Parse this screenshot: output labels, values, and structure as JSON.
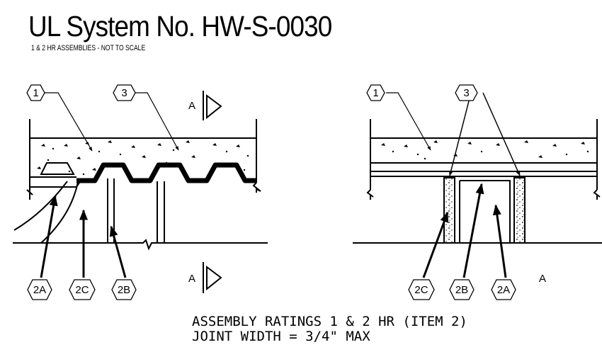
{
  "title": "UL System No. HW-S-0030",
  "subtitle": "1 & 2 HR ASSEMBLIES - NOT TO SCALE",
  "left_view": {
    "section_marks": [
      "A",
      "A"
    ],
    "callouts": {
      "c1": "1",
      "c3": "3",
      "c2a": "2A",
      "c2c": "2C",
      "c2b": "2B"
    }
  },
  "right_view": {
    "section_label": "A",
    "callouts": {
      "c1": "1",
      "c3": "3",
      "c2c": "2C",
      "c2b": "2B",
      "c2a": "2A"
    }
  },
  "notes": {
    "line1": "ASSEMBLY RATINGS 1 & 2 HR (ITEM 2)",
    "line2": "JOINT WIDTH = 3/4\" MAX"
  }
}
